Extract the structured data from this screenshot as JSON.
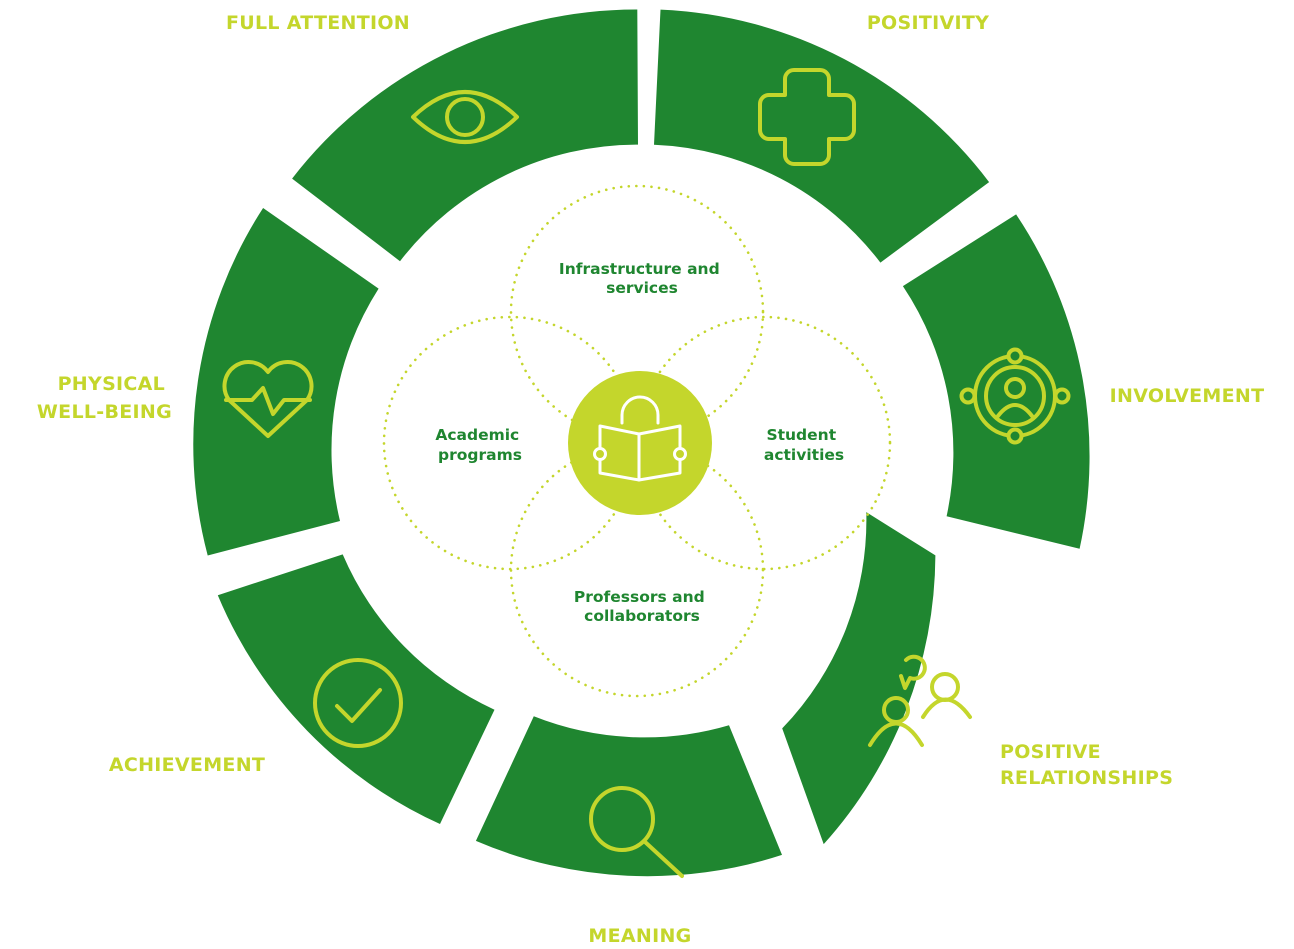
{
  "outer_dimensions": [
    {
      "lines": [
        "FULL ATTENTION"
      ],
      "icon": "eye-icon"
    },
    {
      "lines": [
        "POSITIVITY"
      ],
      "icon": "plus-icon"
    },
    {
      "lines": [
        "INVOLVEMENT"
      ],
      "icon": "person-in-target-icon"
    },
    {
      "lines": [
        "POSITIVE",
        "RELATIONSHIPS"
      ],
      "icon": "people-chat-icon"
    },
    {
      "lines": [
        "MEANING"
      ],
      "icon": "magnifier-icon"
    },
    {
      "lines": [
        "ACHIEVEMENT"
      ],
      "icon": "checkmark-circle-icon"
    },
    {
      "lines": [
        "PHYSICAL",
        "WELL-BEING"
      ],
      "icon": "heart-pulse-icon"
    }
  ],
  "inner_areas": [
    {
      "lines": [
        "Infrastructure and",
        "services"
      ]
    },
    {
      "lines": [
        "Academic",
        "programs"
      ]
    },
    {
      "lines": [
        "Student",
        "activities"
      ]
    },
    {
      "lines": [
        "Professors and",
        "collaborators"
      ]
    }
  ],
  "center": {
    "icon": "book-reader-icon"
  },
  "colors": {
    "segment_green": "#1f8630",
    "accent_lime": "#c4d62c",
    "background": "#ffffff"
  }
}
